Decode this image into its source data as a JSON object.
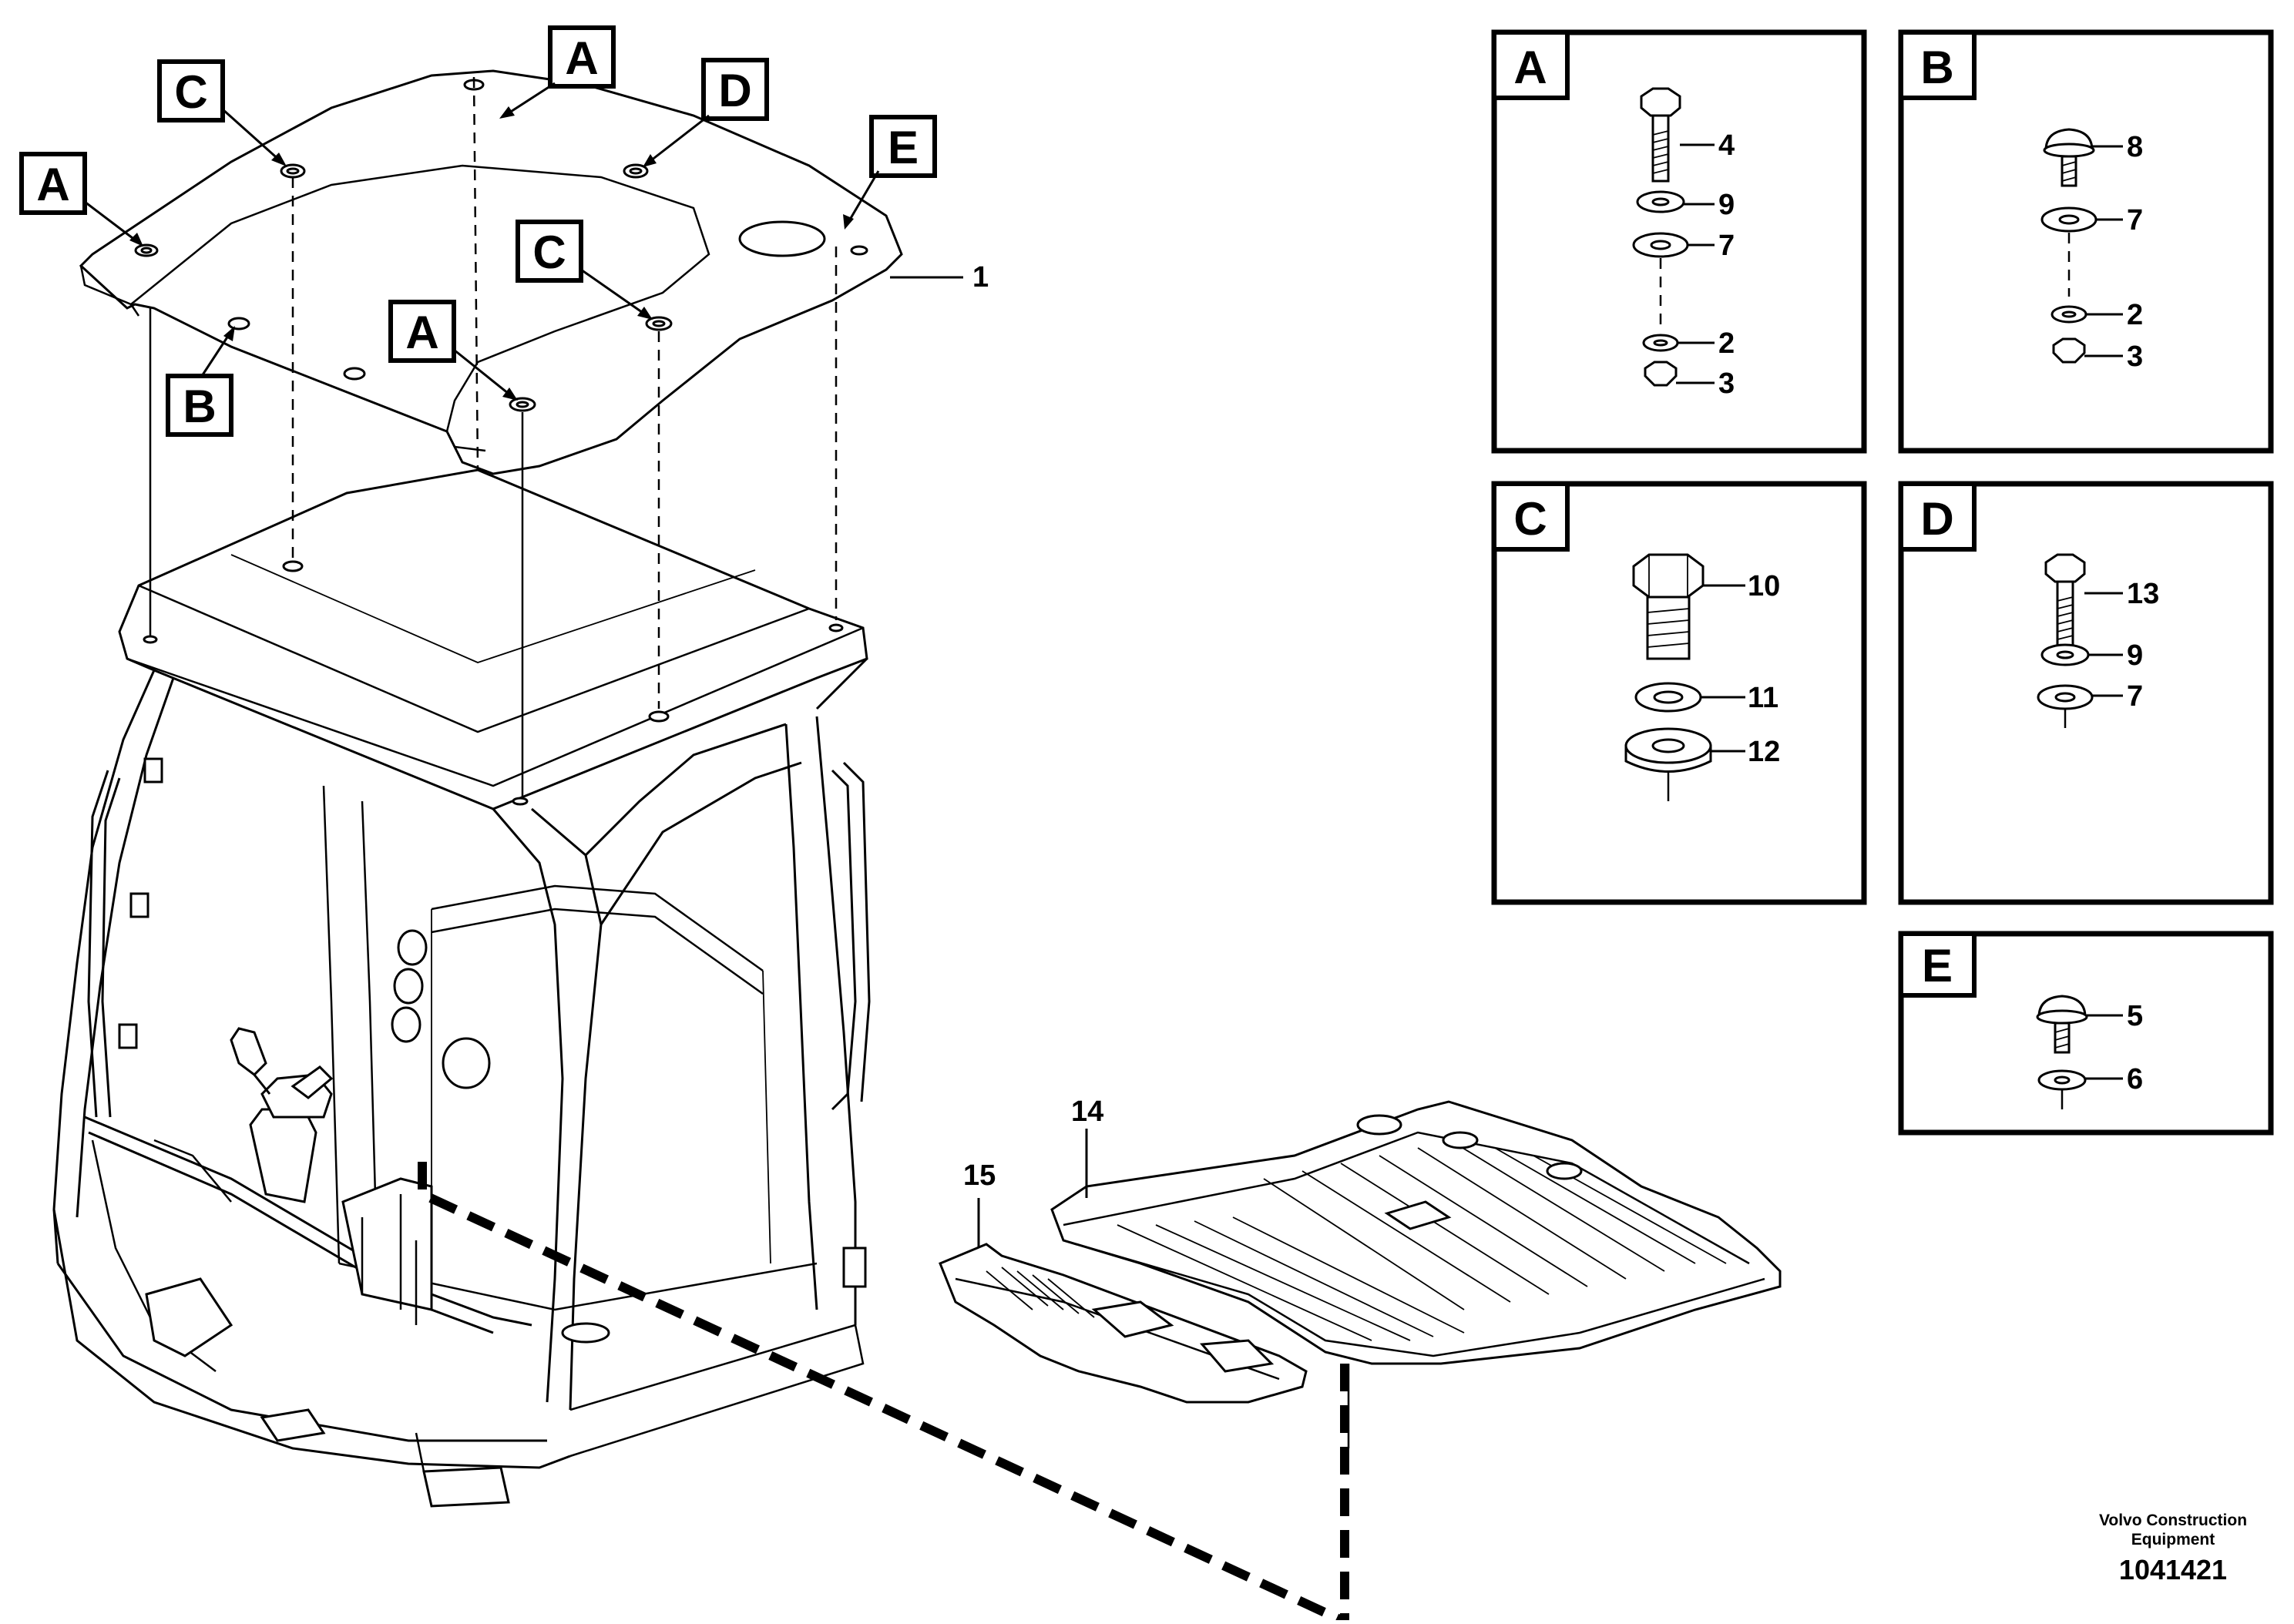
{
  "callouts": {
    "main_a1": "A",
    "main_a2": "A",
    "main_a3": "A",
    "main_b": "B",
    "main_c1": "C",
    "main_c2": "C",
    "main_d": "D",
    "main_e": "E",
    "part_1": "1",
    "part_14": "14",
    "part_15": "15"
  },
  "details": [
    {
      "letter": "A",
      "labels": [
        "4",
        "9",
        "7",
        "2",
        "3"
      ]
    },
    {
      "letter": "B",
      "labels": [
        "8",
        "7",
        "2",
        "3"
      ]
    },
    {
      "letter": "C",
      "labels": [
        "10",
        "11",
        "12"
      ]
    },
    {
      "letter": "D",
      "labels": [
        "13",
        "9",
        "7"
      ]
    },
    {
      "letter": "E",
      "labels": [
        "5",
        "6"
      ]
    }
  ],
  "footer": {
    "company_line1": "Volvo Construction",
    "company_line2": "Equipment",
    "drawing_number": "1041421"
  }
}
